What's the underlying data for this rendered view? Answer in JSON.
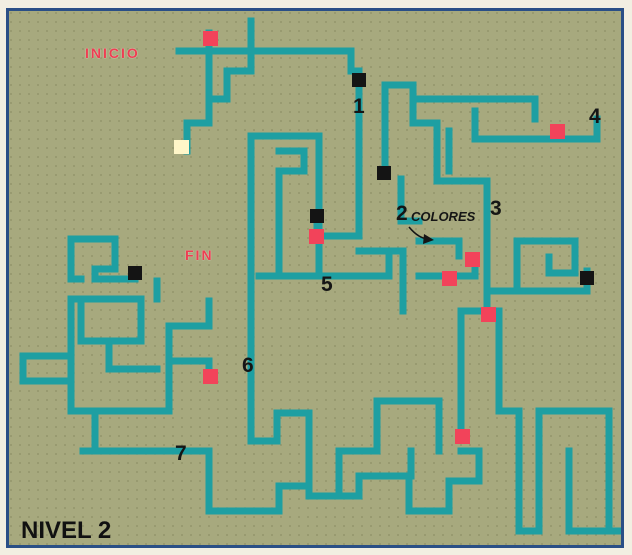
{
  "labels": {
    "inicio": "INICIO",
    "fin": "FIN",
    "colores": "COLORES",
    "nivel": "NIVEL 2"
  },
  "checkpoints": [
    "1",
    "2",
    "3",
    "4",
    "5",
    "6",
    "7"
  ],
  "colors": {
    "board": "#a7a97e",
    "frame": "#2a4f86",
    "path": "#1e9fa2",
    "red_square": "#f2435a",
    "black_square": "#141414",
    "yellow_square": "#fff6c8",
    "label_red": "#ee3e52"
  }
}
